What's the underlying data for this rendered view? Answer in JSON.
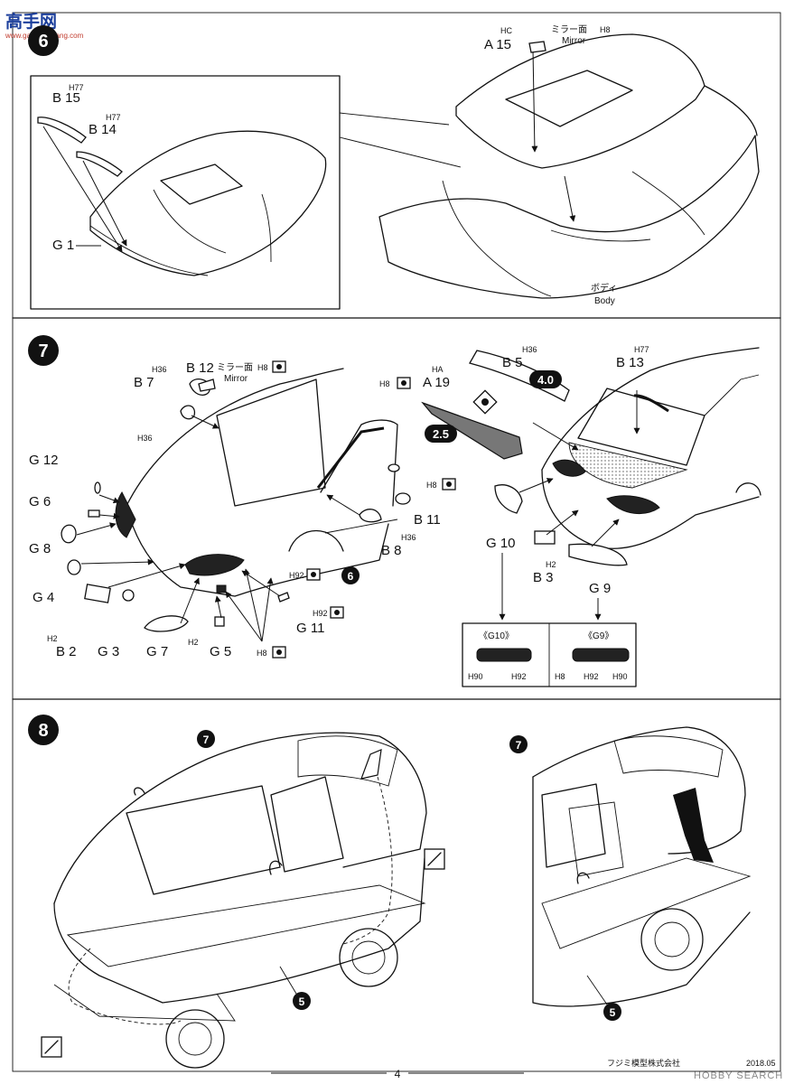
{
  "header": {
    "logo_text": "高手网",
    "logo_url": "www.gaoshouwang.com"
  },
  "step6": {
    "number": "6",
    "parts": [
      {
        "id": "B 15",
        "h": "H77"
      },
      {
        "id": "B 14",
        "h": "H77"
      },
      {
        "id": "G 1",
        "h": ""
      }
    ],
    "a15": {
      "id": "A 15",
      "h": "HC"
    },
    "mirror_face": "ミラー面",
    "mirror_face_h": "H8",
    "mirror_en": "Mirror",
    "body_jp": "ボディ",
    "body_en": "Body"
  },
  "step7": {
    "number": "7",
    "labels": {
      "b7": "B 7",
      "b7_h": "H36",
      "b12": "B 12",
      "b12_mirror": "ミラー面",
      "b12_h": "H8",
      "b12_mirror_en": "Mirror",
      "body_h": "H36",
      "a19": "A 19",
      "a19_h": "HA",
      "b5": "B 5",
      "b5_h": "H36",
      "b13": "B 13",
      "b13_h": "H77",
      "g12": "G 12",
      "g6": "G 6",
      "g8": "G 8",
      "g4": "G 4",
      "b2": "B 2",
      "b2_h": "H2",
      "g3": "G 3",
      "g7": "G 7",
      "g5": "G 5",
      "g5_h": "H2",
      "h8_bottom": "H8",
      "h92_a": "H92",
      "h92_b": "H92",
      "g11": "G 11",
      "b11": "B 11",
      "b8": "B 8",
      "b8_h": "H36",
      "h8_door": "H8",
      "h8_window": "H8",
      "body_ref": "6",
      "g10": "G 10",
      "b3": "B 3",
      "b3_h": "H2",
      "g9": "G 9"
    },
    "badges": [
      "4.0",
      "2.5"
    ],
    "detail_boxes": [
      {
        "title": "《G10》",
        "h": [
          "H90",
          "H92"
        ]
      },
      {
        "title": "《G9》",
        "h": [
          "H8",
          "H92",
          "H90"
        ]
      }
    ]
  },
  "step8": {
    "number": "8",
    "refs": [
      "7",
      "5",
      "7",
      "5"
    ]
  },
  "footer": {
    "page": "4",
    "company": "フジミ模型株式会社",
    "year": "2018.05",
    "watermark": "HOBBY SEARCH"
  }
}
